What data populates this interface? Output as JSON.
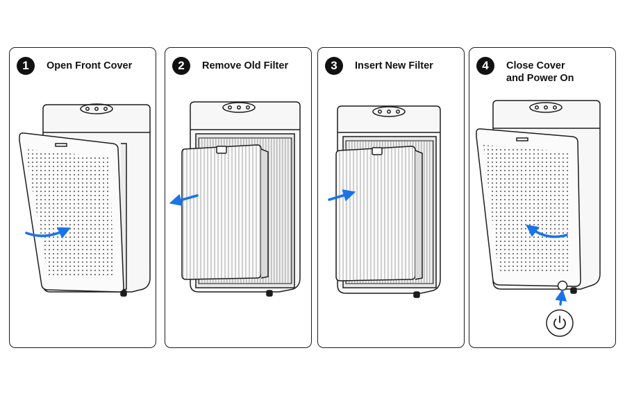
{
  "steps": [
    {
      "number": "1",
      "title": "Open Front Cover",
      "icons": [
        "air-purifier",
        "arrow-curved-open"
      ]
    },
    {
      "number": "2",
      "title": "Remove Old Filter",
      "icons": [
        "air-purifier",
        "filter",
        "arrow-left"
      ]
    },
    {
      "number": "3",
      "title": "Insert New Filter",
      "icons": [
        "air-purifier",
        "filter",
        "arrow-right"
      ]
    },
    {
      "number": "4",
      "title": "Close Cover\nand Power On",
      "icons": [
        "air-purifier",
        "arrow-curved-close",
        "arrow-up",
        "power-icon"
      ]
    }
  ],
  "colors": {
    "accent_arrow": "#1a73e8",
    "outline": "#1c1c1c",
    "number_badge": "#111111"
  }
}
